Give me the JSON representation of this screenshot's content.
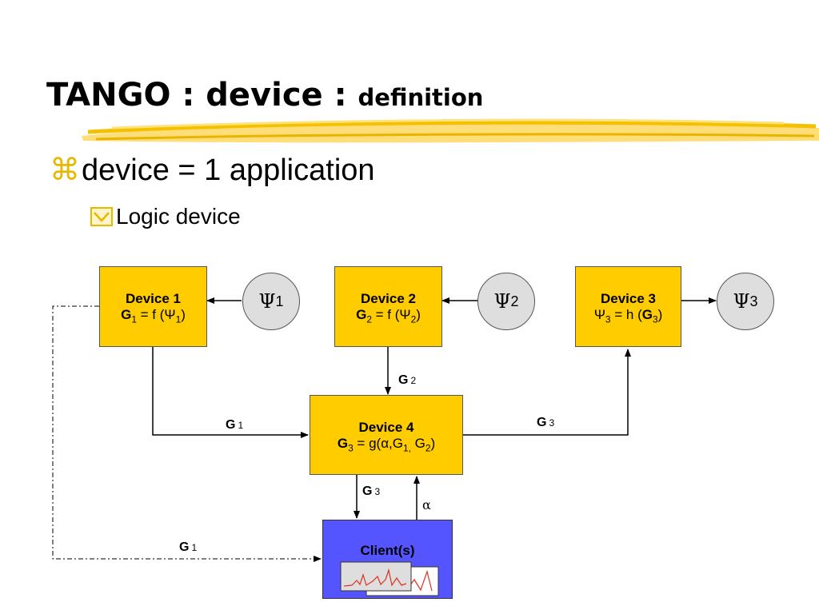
{
  "title": {
    "main": "TANGO : device : ",
    "sub": "definition"
  },
  "bullets": {
    "level1": "device = 1 application",
    "level2": "Logic device"
  },
  "diagram": {
    "device1": {
      "title": "Device 1",
      "formula_g": "G",
      "formula_g_sub": "1",
      "formula_rest": " = f (Ψ",
      "formula_psi_sub": "1",
      "formula_close": ")"
    },
    "device2": {
      "title": "Device 2",
      "formula_g": "G",
      "formula_g_sub": "2",
      "formula_rest": " = f (Ψ",
      "formula_psi_sub": "2",
      "formula_close": ")"
    },
    "device3": {
      "title": "Device 3",
      "formula_psi": "Ψ",
      "formula_psi_sub": "3",
      "formula_rest": " = h (",
      "formula_g": "G",
      "formula_g_sub": "3",
      "formula_close": ")"
    },
    "device4": {
      "title": "Device 4",
      "formula_g": "G",
      "formula_g_sub": "3",
      "formula_rest": " = g(α,G",
      "formula_g1_sub": "1,",
      "formula_mid": " G",
      "formula_g2_sub": "2",
      "formula_close": ")"
    },
    "psi1": {
      "symbol": "Ψ",
      "sub": "1"
    },
    "psi2": {
      "symbol": "Ψ",
      "sub": "2"
    },
    "psi3": {
      "symbol": "Ψ",
      "sub": "3"
    },
    "client": {
      "title": "Client(s)"
    },
    "edge_labels": {
      "g2": {
        "g": "G",
        "n": "2"
      },
      "g1_mid": {
        "g": "G",
        "n": "1"
      },
      "g3_mid": {
        "g": "G",
        "n": "3"
      },
      "g3_low": {
        "g": "G",
        "n": "3"
      },
      "alpha": "α",
      "g1_low": {
        "g": "G",
        "n": "1"
      }
    }
  },
  "colors": {
    "device_fill": "#ffcc00",
    "client_fill": "#5555ff",
    "circle_fill": "#dedede",
    "bullet_accent": "#e6b800",
    "signal_line": "#e03020"
  },
  "icons": {
    "bullet1": "command-key-icon",
    "bullet2": "checkbox-arrow-icon",
    "underline": "yellow-brush-stroke"
  }
}
